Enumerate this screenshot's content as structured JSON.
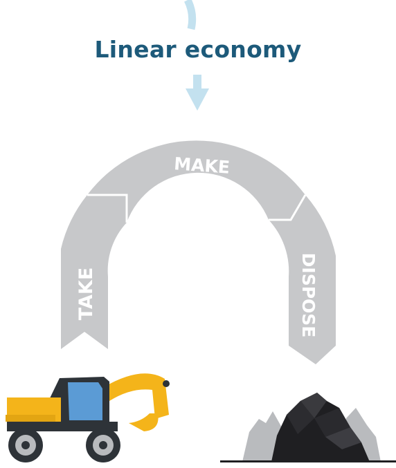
{
  "title": "Linear economy",
  "stages": {
    "take": "TAKE",
    "make": "MAKE",
    "dispose": "DISPOSE"
  },
  "colors": {
    "title": "#1d5a7a",
    "flow_arrow": "#c3e1ef",
    "arc": "#c7c8ca",
    "excavator_body": "#f4b41a",
    "excavator_window": "#5b9bd5",
    "excavator_dark": "#2e3338",
    "waste_dark": "#1f1f22",
    "waste_light": "#b9bbbe"
  },
  "icons": [
    "down-arrow-icon",
    "excavator-icon",
    "waste-pile-icon"
  ]
}
